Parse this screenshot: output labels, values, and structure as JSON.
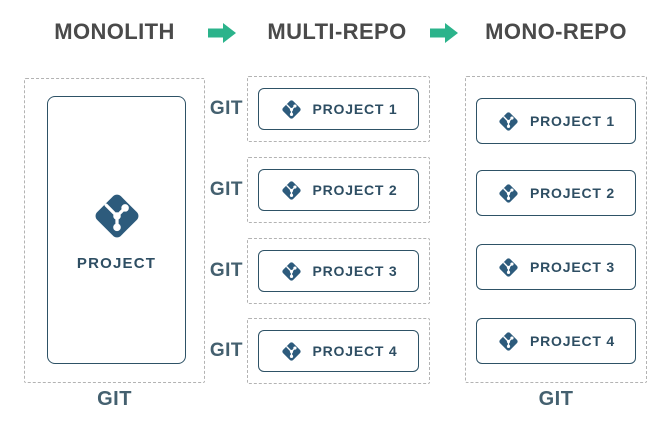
{
  "header": {
    "stages": [
      {
        "label": "MONOLITH"
      },
      {
        "label": "MULTI-REPO"
      },
      {
        "label": "MONO-REPO"
      }
    ],
    "arrow_icon": "right-block-arrow"
  },
  "colors": {
    "accent_green": "#2bb38b",
    "git_blue": "#2d5b7c",
    "box_border": "#2e5266",
    "label_slate": "#44606f",
    "project_text": "#2e4e63",
    "heading_gray": "#4a4a4a",
    "dashed_border": "#b3b3b3"
  },
  "monolith": {
    "project": {
      "label": "PROJECT",
      "icon": "git-icon"
    },
    "git_label": "GIT"
  },
  "multi_repo": {
    "repos": [
      {
        "git_label": "GIT",
        "project_label": "PROJECT 1"
      },
      {
        "git_label": "GIT",
        "project_label": "PROJECT 2"
      },
      {
        "git_label": "GIT",
        "project_label": "PROJECT 3"
      },
      {
        "git_label": "GIT",
        "project_label": "PROJECT 4"
      }
    ]
  },
  "mono_repo": {
    "projects": [
      {
        "label": "PROJECT 1"
      },
      {
        "label": "PROJECT 2"
      },
      {
        "label": "PROJECT 3"
      },
      {
        "label": "PROJECT 4"
      }
    ],
    "git_label": "GIT"
  }
}
